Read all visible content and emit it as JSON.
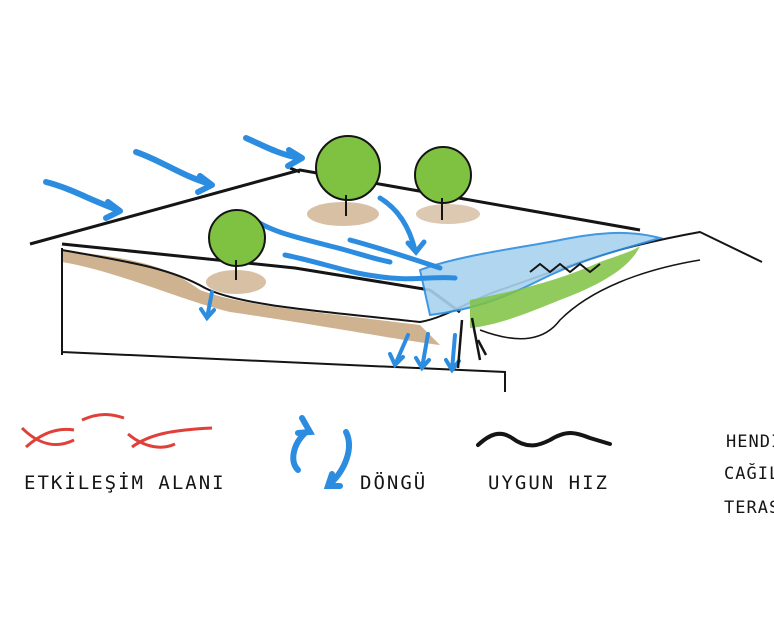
{
  "legend": {
    "interaction_label": "ETKİLEŞİM ALANI",
    "cycle_label": "DÖNGÜ",
    "speed_label": "UYGUN HIZ",
    "cut_line_1": "HENDI",
    "cut_line_2": "CAĞIL",
    "cut_line_3": "TERAS"
  },
  "colors": {
    "water_blue": "#2c8de0",
    "light_blue": "#a9d3ef",
    "tree_green": "#7fc241",
    "ground_brown": "#c7a57d",
    "interaction_red": "#e0403a",
    "ink": "#151515"
  },
  "icons": [
    "tree-icon",
    "wind-arrow-icon",
    "drain-arrow-icon",
    "cycle-arrows-icon",
    "wavy-line-icon",
    "x-cross-icon"
  ]
}
